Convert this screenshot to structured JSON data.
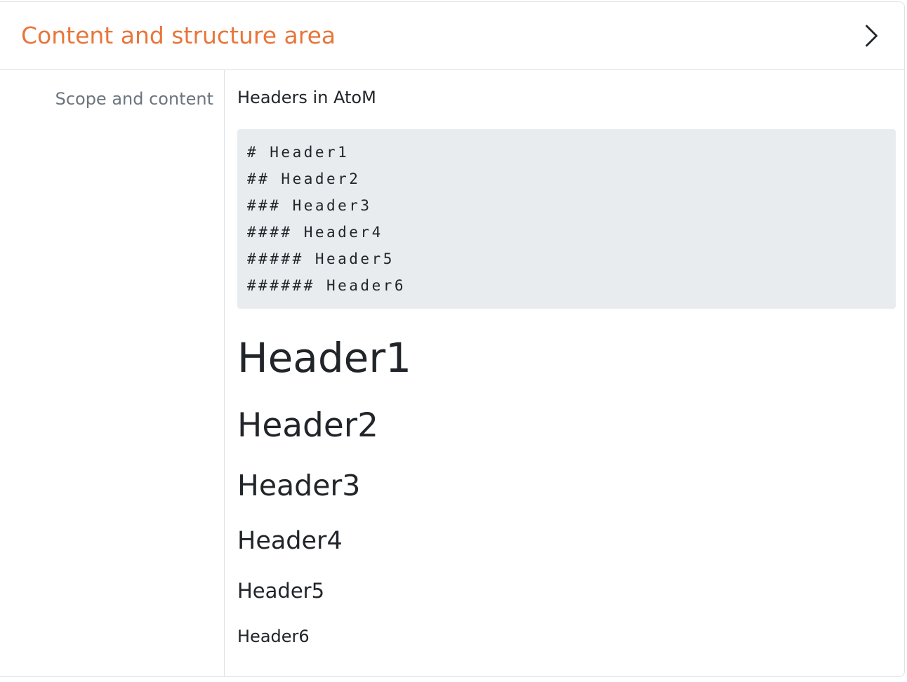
{
  "header": {
    "title": "Content and structure area",
    "chevron_icon": "chevron-right"
  },
  "field": {
    "label": "Scope and content",
    "value_intro": "Headers in AtoM",
    "code_lines": [
      "# Header1",
      "## Header2",
      "### Header3",
      "#### Header4",
      "##### Header5",
      "###### Header6"
    ],
    "rendered_headers": [
      {
        "level": 1,
        "text": "Header1"
      },
      {
        "level": 2,
        "text": "Header2"
      },
      {
        "level": 3,
        "text": "Header3"
      },
      {
        "level": 4,
        "text": "Header4"
      },
      {
        "level": 5,
        "text": "Header5"
      },
      {
        "level": 6,
        "text": "Header6"
      }
    ]
  },
  "colors": {
    "accent_orange": "#e8763a",
    "label_gray": "#6c757d",
    "body_text": "#212529",
    "code_background": "#e9ecef",
    "border": "#dee2e6"
  }
}
